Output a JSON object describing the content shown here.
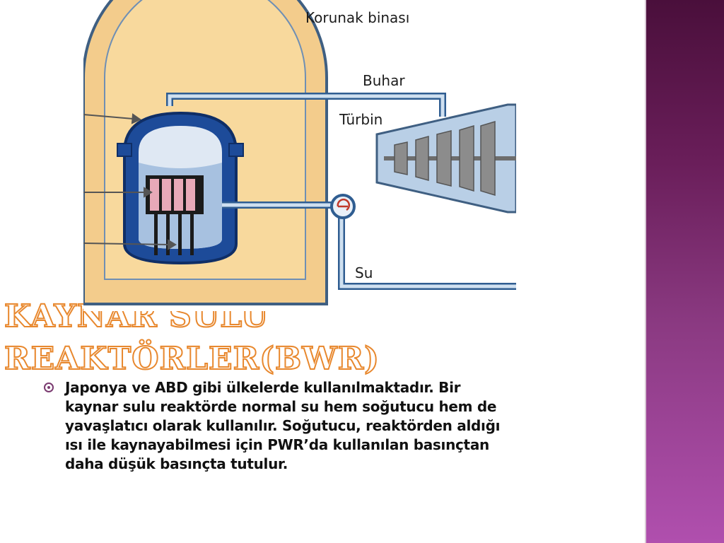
{
  "diagram": {
    "label_containment": "Korunak binası",
    "label_steam": "Buhar",
    "label_turbine": "Türbin",
    "label_water": "Su"
  },
  "slide": {
    "title_line1": "KAYNAR SULU",
    "title_line2": "REAKTÖRLER(BWR)",
    "bullet_text": "Japonya ve ABD gibi ülkelerde kullanılmaktadır. Bir kaynar sulu reaktörde normal su hem soğutucu hem de yavaşlatıcı olarak kullanılır. Soğutucu, reaktörden aldığı ısı ile kaynayabilmesi için PWR’da kullanılan basınçtan daha düşük basınçta tutulur."
  },
  "colors": {
    "title_outline": "#e8882e",
    "side_band": "#8b3a82",
    "bullet": "#7a3a70"
  }
}
